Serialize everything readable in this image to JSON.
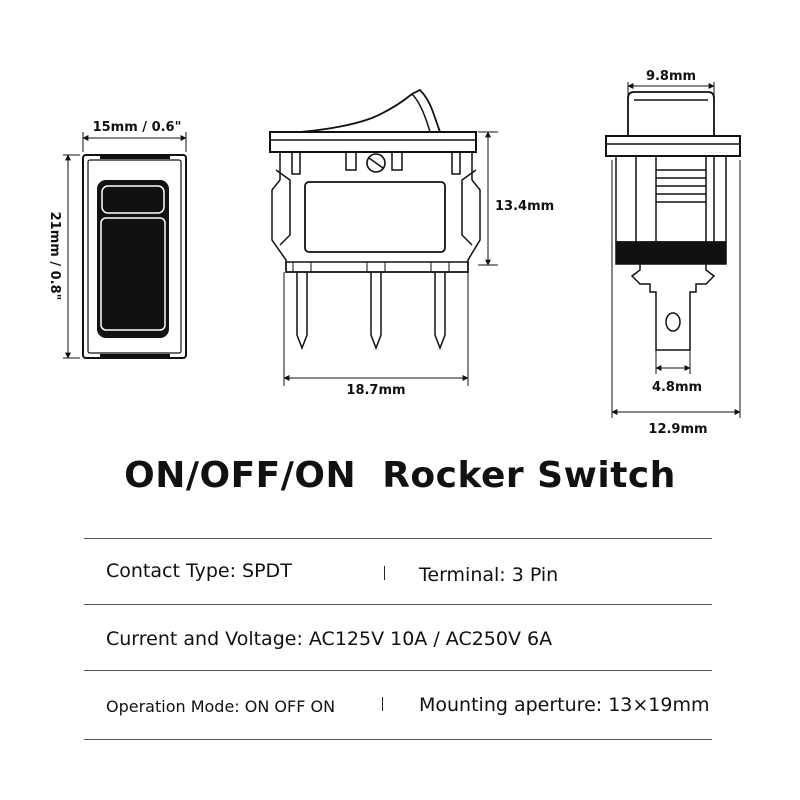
{
  "dimensions": {
    "front_width": "15mm / 0.6\"",
    "front_height": "21mm / 0.8\"",
    "side_height": "13.4mm",
    "side_width": "18.7mm",
    "end_top": "9.8mm",
    "end_terminal": "4.8mm",
    "end_width": "12.9mm"
  },
  "title": "ON/OFF/ON  Rocker Switch",
  "specs": {
    "contact_type": "Contact Type:  SPDT",
    "terminal": "Terminal:  3 Pin",
    "current_voltage": "Current and Voltage:  AC125V 10A / AC250V 6A",
    "operation_mode": "Operation Mode:  ON OFF ON",
    "mounting_aperture": "Mounting aperture: 13×19mm"
  }
}
